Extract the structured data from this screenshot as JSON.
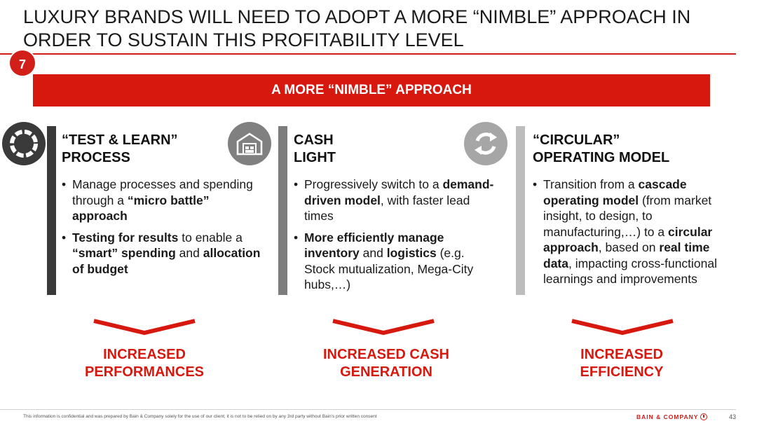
{
  "slide": {
    "title": "LUXURY BRANDS WILL NEED TO ADOPT A MORE “NIMBLE” APPROACH IN ORDER TO SUSTAIN THIS PROFITABILITY LEVEL",
    "badge": "7",
    "banner": "A MORE “NIMBLE” APPROACH"
  },
  "columns": [
    {
      "heading_line1": "“TEST & LEARN”",
      "heading_line2": "PROCESS",
      "icon": "cycle-icon",
      "bullets": [
        {
          "parts": [
            {
              "text": "Manage processes and spending through a ",
              "bold": false
            },
            {
              "text": "“micro battle” approach",
              "bold": true
            }
          ]
        },
        {
          "parts": [
            {
              "text": "Testing for results",
              "bold": true
            },
            {
              "text": " to enable a ",
              "bold": false
            },
            {
              "text": "“smart” spending",
              "bold": true
            },
            {
              "text": " and ",
              "bold": false
            },
            {
              "text": "allocation of budget",
              "bold": true
            }
          ]
        }
      ],
      "outcome_line1": "INCREASED",
      "outcome_line2": "PERFORMANCES"
    },
    {
      "heading_line1": "CASH",
      "heading_line2": "LIGHT",
      "icon": "warehouse-icon",
      "bullets": [
        {
          "parts": [
            {
              "text": "Progressively switch to a ",
              "bold": false
            },
            {
              "text": "demand-driven model",
              "bold": true
            },
            {
              "text": ", with faster lead times",
              "bold": false
            }
          ]
        },
        {
          "parts": [
            {
              "text": "More efficiently manage inventory",
              "bold": true
            },
            {
              "text": " and ",
              "bold": false
            },
            {
              "text": "logistics",
              "bold": true
            },
            {
              "text": " (e.g. Stock mutualization, Mega-City hubs,…)",
              "bold": false
            }
          ]
        }
      ],
      "outcome_line1": "INCREASED CASH",
      "outcome_line2": "GENERATION"
    },
    {
      "heading_line1": "“CIRCULAR”",
      "heading_line2": "OPERATING MODEL",
      "icon": "refresh-icon",
      "bullets": [
        {
          "parts": [
            {
              "text": "Transition from a ",
              "bold": false
            },
            {
              "text": "cascade operating model",
              "bold": true
            },
            {
              "text": " (from market insight, to design, to manufacturing,…) to a ",
              "bold": false
            },
            {
              "text": "circular approach",
              "bold": true
            },
            {
              "text": ", based on ",
              "bold": false
            },
            {
              "text": "real time data",
              "bold": true
            },
            {
              "text": ", impacting cross-functional learnings and improvements",
              "bold": false
            }
          ]
        }
      ],
      "outcome_line1": "INCREASED",
      "outcome_line2": "EFFICIENCY"
    }
  ],
  "footer": {
    "disclaimer": "This information is confidential and was prepared by Bain & Company solely for the use of our client; it is not to be relied on by any 3rd party without Bain's prior written consent",
    "brand": "BAIN & COMPANY",
    "page_number": "43"
  },
  "colors": {
    "accent_red": "#d7180f",
    "bar_dark": "#3a3a3a",
    "bar_mid": "#7d7d7d",
    "bar_light": "#bdbdbd"
  }
}
